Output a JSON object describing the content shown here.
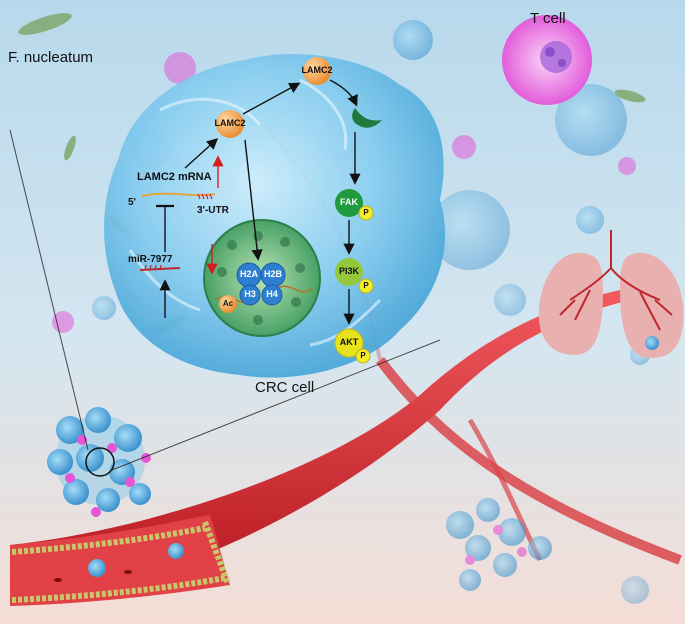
{
  "labels": {
    "bacterium": "F. nucleatum",
    "t_cell": "T cell",
    "crc_cell": "CRC cell",
    "lamc2_top": "LAMC2",
    "lamc2_inner": "LAMC2",
    "lamc2_mrna": "LAMC2 mRNA",
    "five_prime": "5'",
    "three_utr": "3'-UTR",
    "mirna": "miR-7977",
    "fak": "FAK",
    "pi3k": "PI3K",
    "akt": "AKT",
    "phospho": "P",
    "h2a": "H2A",
    "h2b": "H2B",
    "h3": "H3",
    "h4": "H4",
    "ac": "Ac"
  },
  "colors": {
    "background_top": "#b9dbee",
    "background_bottom": "#f3ddd6",
    "cell": "#7cc6ec",
    "lamc2": "#f2a24a",
    "fak": "#1f9a3c",
    "pi3k": "#93c83a",
    "akt": "#e6e21d",
    "phospho": "#f4ec2a",
    "vessel": "#d9232a",
    "t_cell": "#ea6fe4",
    "nucleus": "#5fb27a",
    "histone": "#2f7fd0"
  },
  "icons": [
    "bacterium-icon",
    "receptor-icon",
    "lung-icon",
    "blood-vessel-icon",
    "t-cell-icon",
    "tumor-cluster-icon"
  ]
}
